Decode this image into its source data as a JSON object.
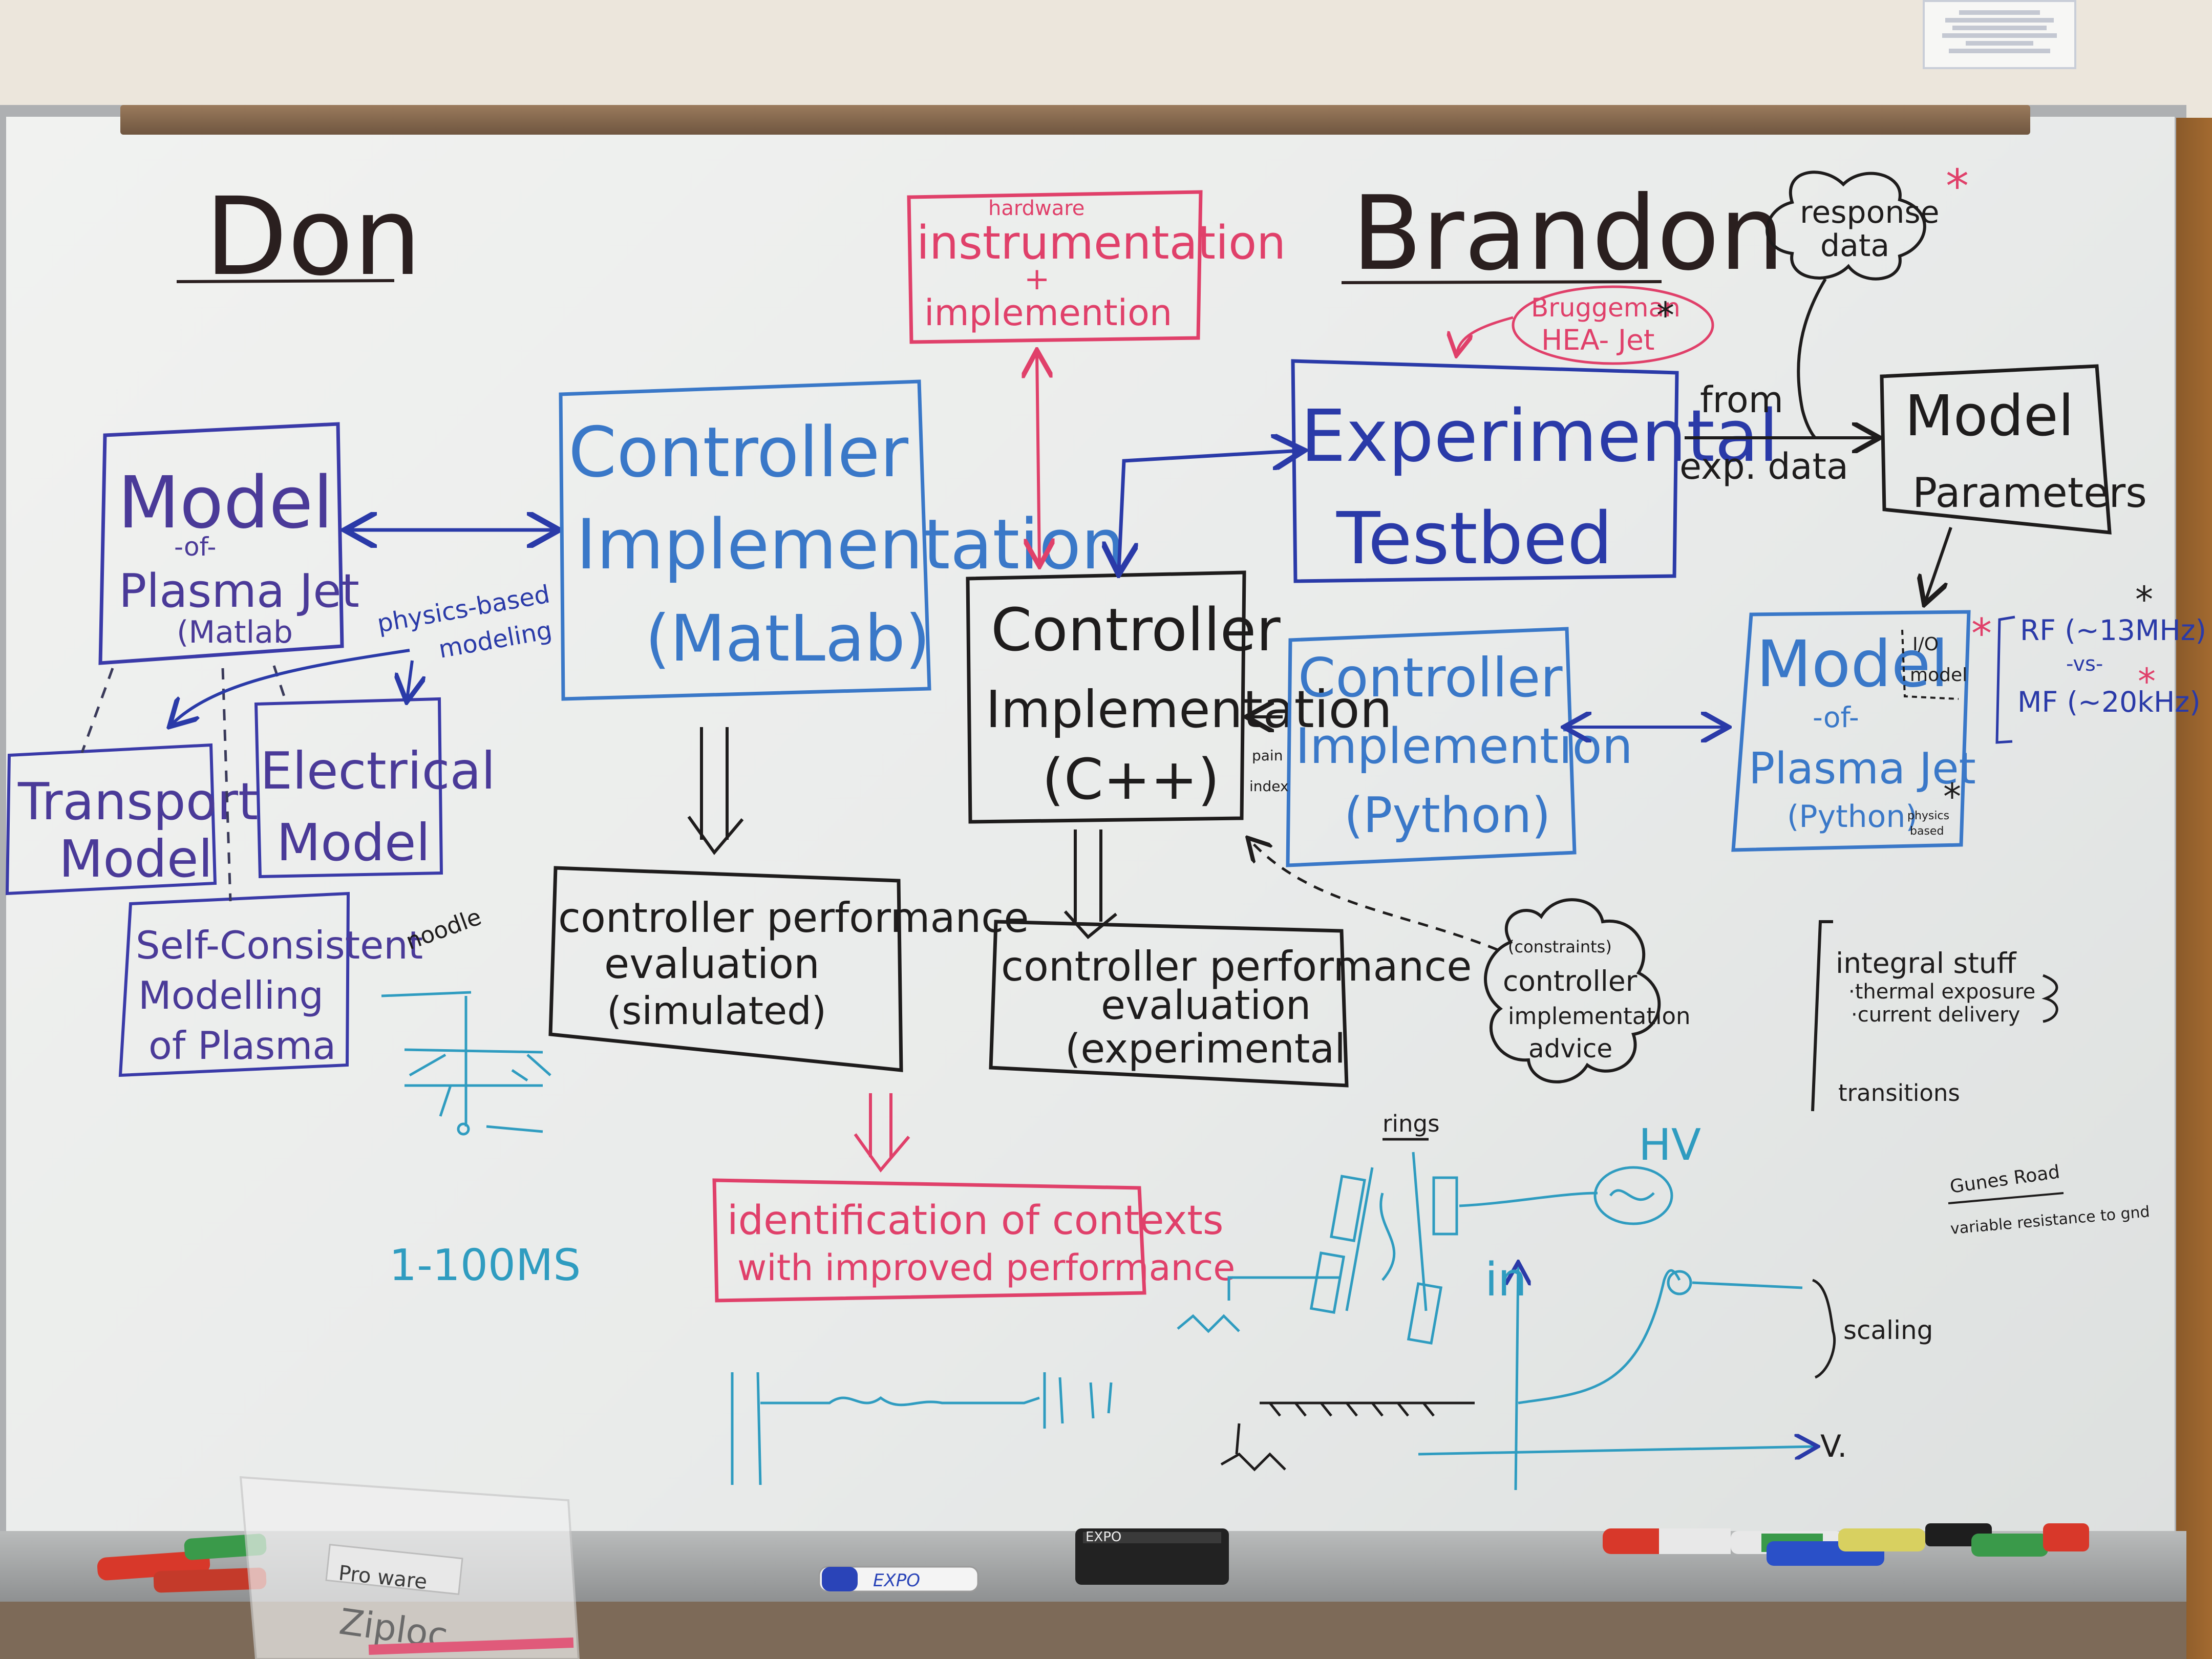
{
  "colors": {
    "black": "#1e1c1c",
    "blue": "#2a3aa8",
    "lightblue": "#3a78c8",
    "teal": "#2f9cc0",
    "red": "#e0406a",
    "purple": "#4a3a98"
  },
  "headings": {
    "don": "Don",
    "brandon": "Brandon"
  },
  "boxes": {
    "model_plasma_matlab": [
      "Model",
      "-of-",
      "Plasma Jet",
      "(Matlab"
    ],
    "transport_model": [
      "Transport",
      "Model"
    ],
    "electrical_model": [
      "Electrical",
      "Model"
    ],
    "self_consistent": [
      "Self-Consistent",
      "Modelling",
      "of Plasma"
    ],
    "controller_matlab": [
      "Controller",
      "Implementation",
      "(MatLab)"
    ],
    "perf_simulated": [
      "controller performance",
      "evaluation",
      "(simulated)"
    ],
    "instrumentation": [
      "hardware",
      "instrumentation",
      "+",
      "implemention"
    ],
    "controller_cpp": [
      "Controller",
      "Implementation",
      "(C++)"
    ],
    "perf_experimental": [
      "controller performance",
      "evaluation",
      "(experimental"
    ],
    "identification": [
      "identification of contexts",
      "with improved performance"
    ],
    "experimental_testbed": [
      "Experimental",
      "Testbed"
    ],
    "controller_python": [
      "Controller",
      "Implemention",
      "(Python)"
    ],
    "model_parameters": [
      "Model",
      "Parameters"
    ],
    "model_plasma_python": [
      "Model",
      "-of-",
      "Plasma Jet",
      "(Python)"
    ],
    "response_data": [
      "response",
      "data"
    ],
    "bruggeman": [
      "Bruggeman",
      "HEA- Jet"
    ],
    "advice_cloud": [
      "(constraints)",
      "controller",
      "implementation",
      "advice"
    ]
  },
  "labels": {
    "physics_based": [
      "physics-based",
      "modeling"
    ],
    "from_exp_data": [
      "from",
      "exp. data"
    ],
    "io_model": [
      "I/O",
      "model"
    ],
    "physics_based_small": [
      "physics",
      "based"
    ],
    "rf_mf": [
      "RF (~13MHz)",
      "-vs-",
      "MF (~20kHz)"
    ],
    "pain_index": [
      "pain",
      "index"
    ],
    "integral_stuff": [
      "integral stuff",
      "·thermal exposure",
      "·current delivery",
      "transitions"
    ],
    "noodle": "noodle",
    "time_range": "1-100MS",
    "rings": "rings",
    "hv": "HV",
    "in": "in",
    "v": "V.",
    "scaling": "scaling",
    "gunes_road": [
      "Gunes Road",
      "variable resistance to gnd"
    ],
    "asterisk": "*"
  },
  "tray_items": {
    "expo_eraser": "EXPO",
    "expo_marker": "EXPO",
    "ziploc_bag": "Ziploc",
    "bag_note": "Pro ware"
  }
}
